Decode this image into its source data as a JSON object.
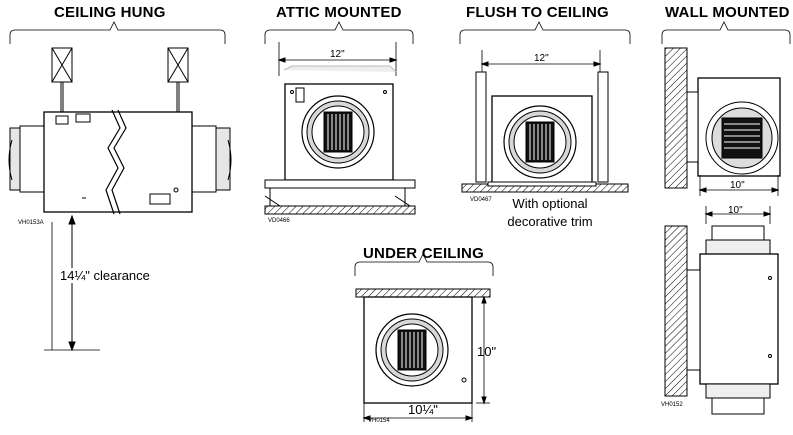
{
  "headings": {
    "ceiling_hung": "CEILING HUNG",
    "attic_mounted": "ATTIC MOUNTED",
    "flush_to_ceiling": "FLUSH TO CEILING",
    "wall_mounted": "WALL MOUNTED",
    "under_ceiling": "UNDER CEILING"
  },
  "dimensions": {
    "attic_width": "12\"",
    "flush_width": "12\"",
    "wall_width_top": "10\"",
    "wall_width_side": "10\"",
    "under_height": "10\"",
    "under_width": "10¼\""
  },
  "notes": {
    "clearance": "14¼\" clearance",
    "trim_line1": "With optional",
    "trim_line2": "decorative trim"
  },
  "codes": {
    "ceiling": "VH0153A",
    "attic": "VD0466",
    "flush": "VD0467",
    "under": "VH0154",
    "wall": "VH0152"
  }
}
